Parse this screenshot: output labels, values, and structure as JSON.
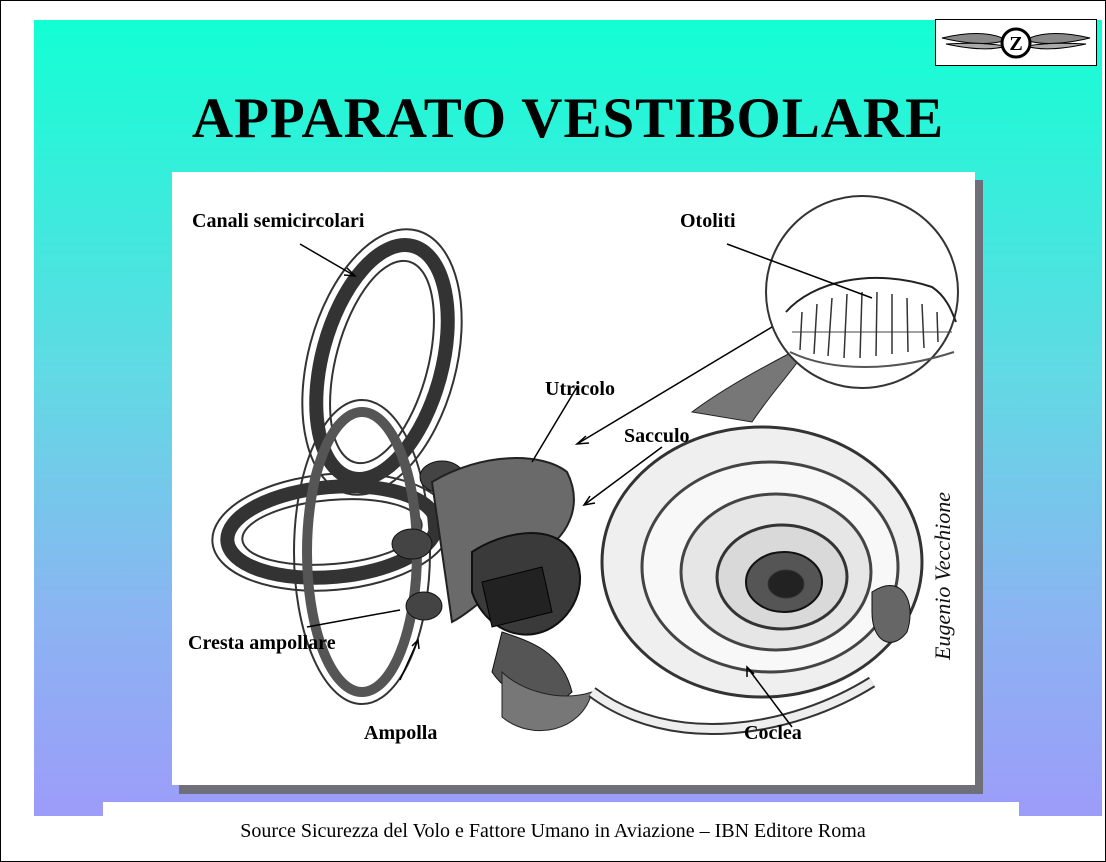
{
  "slide": {
    "title": "APPARATO VESTIBOLARE",
    "source": "Source Sicurezza del Volo e Fattore Umano in Aviazione – IBN Editore Roma"
  },
  "figure": {
    "labels": {
      "canali": "Canali semicircolari",
      "otoliti": "Otoliti",
      "utricolo": "Utricolo",
      "sacculo": "Sacculo",
      "cresta": "Cresta  ampollare",
      "ampolla": "Ampolla",
      "coclea": "Coclea"
    },
    "signature": "Eugenio Vecchione"
  },
  "logo": {
    "letter": "Z"
  },
  "colors": {
    "gradient_top": "#12ffd4",
    "gradient_bottom": "#9c9cf9",
    "shadow": "#6f6f7a"
  }
}
